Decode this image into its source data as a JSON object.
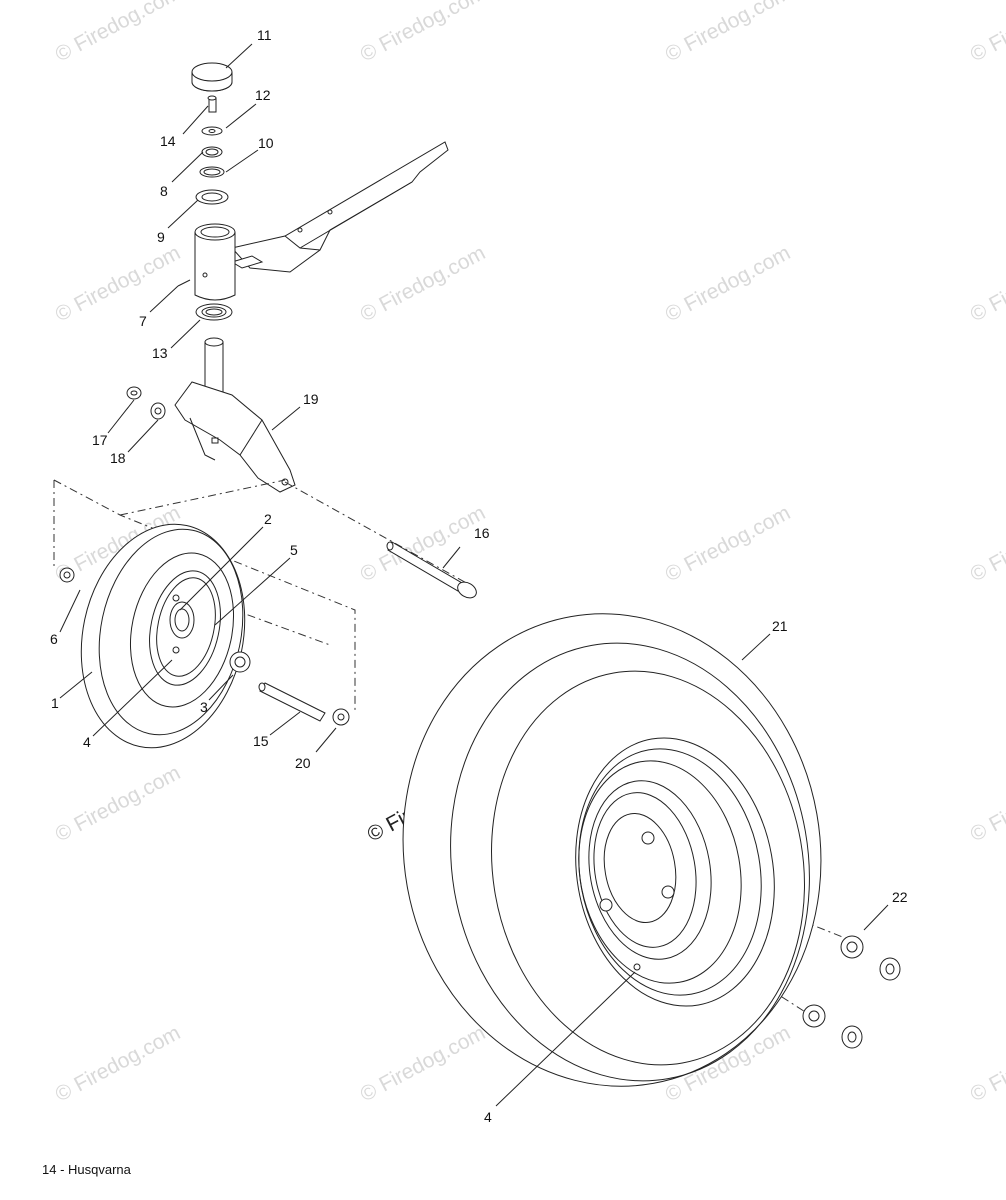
{
  "watermark": {
    "text": "© Firedog.com"
  },
  "center_watermark": {
    "text": "© Firedog.com"
  },
  "callouts": {
    "c1": "1",
    "c2": "2",
    "c3": "3",
    "c4a": "4",
    "c4b": "4",
    "c5": "5",
    "c6": "6",
    "c7": "7",
    "c8": "8",
    "c9": "9",
    "c10": "10",
    "c11": "11",
    "c12": "12",
    "c13": "13",
    "c14": "14",
    "c15": "15",
    "c16": "16",
    "c17": "17",
    "c18": "18",
    "c19": "19",
    "c20": "20",
    "c21": "21",
    "c22": "22"
  },
  "footer": {
    "text": "14 - Husqvarna"
  }
}
